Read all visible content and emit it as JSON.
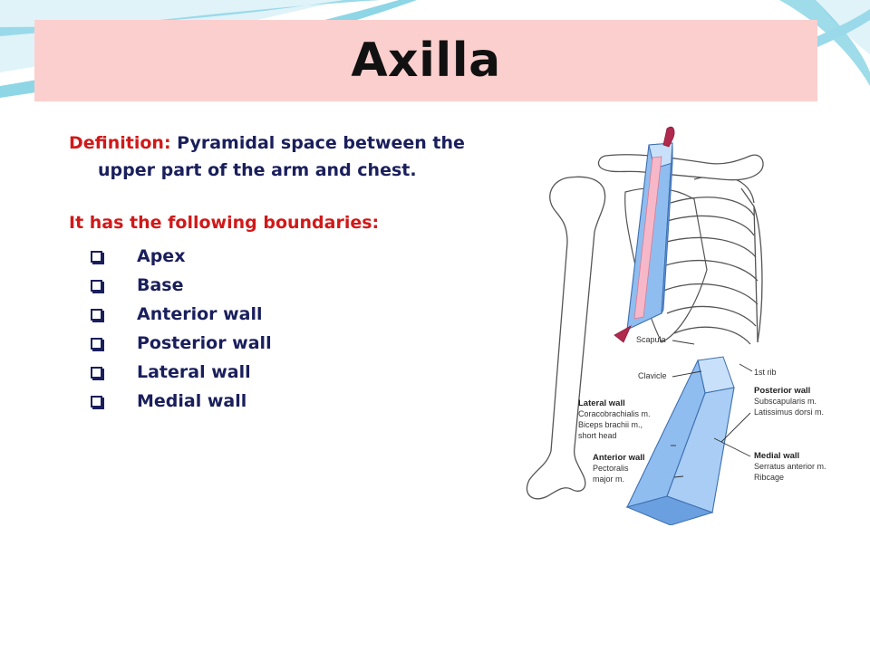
{
  "slide": {
    "title": "Axilla",
    "definition": {
      "label": "Definition:",
      "text_line1": " Pyramidal space between the",
      "text_line2": "upper part of the arm and chest."
    },
    "boundaries_heading": "It has the following boundaries:",
    "boundaries": [
      "Apex",
      "Base",
      "Anterior wall",
      "Posterior wall",
      "Lateral wall",
      "Medial wall"
    ]
  },
  "figure": {
    "labels": {
      "scapula": "Scapula",
      "clavicle": "Clavicle",
      "first_rib": "1st rib",
      "posterior_wall": "Posterior wall",
      "posterior_wall_1": "Subscapularis m.",
      "posterior_wall_2": "Latissimus dorsi m.",
      "lateral_wall": "Lateral wall",
      "lateral_wall_1": "Coracobrachialis m.",
      "lateral_wall_2": "Biceps brachii m.,",
      "lateral_wall_3": "short head",
      "anterior_wall": "Anterior wall",
      "anterior_wall_1": "Pectoralis",
      "anterior_wall_2": "major m.",
      "medial_wall": "Medial wall",
      "medial_wall_1": "Serratus anterior m.",
      "medial_wall_2": "Ribcage"
    }
  },
  "colors": {
    "title_bg": "#fccfcf",
    "accent_red": "#d11919",
    "text_navy": "#1a1f5c",
    "pyramid_blue": "#8fbdf0",
    "swoosh_teal": "#5ec4dc"
  }
}
